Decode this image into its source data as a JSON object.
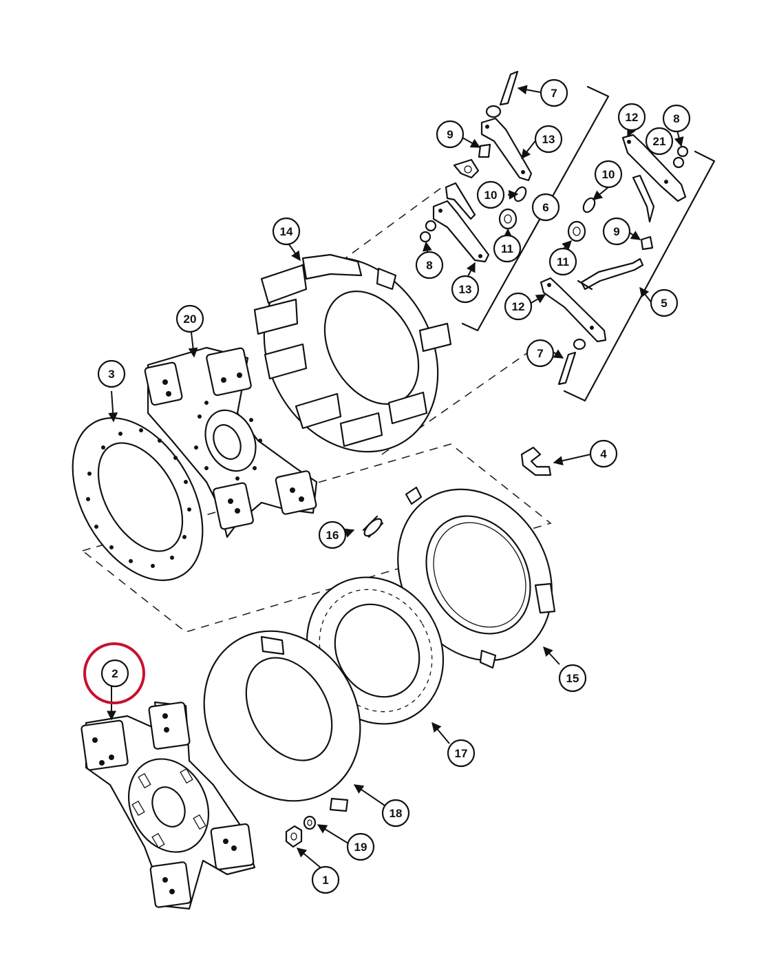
{
  "callouts": {
    "c1": "1",
    "c2": "2",
    "c3": "3",
    "c4": "4",
    "c5": "5",
    "c6": "6",
    "c7a": "7",
    "c7b": "7",
    "c8a": "8",
    "c8b": "8",
    "c9a": "9",
    "c9b": "9",
    "c10a": "10",
    "c10b": "10",
    "c11a": "11",
    "c11b": "11",
    "c12a": "12",
    "c12b": "12",
    "c13a": "13",
    "c13b": "13",
    "c14": "14",
    "c15": "15",
    "c16": "16",
    "c17": "17",
    "c18": "18",
    "c19": "19",
    "c20": "20",
    "c21": "21"
  },
  "highlight": {
    "callout": "2",
    "color": "#c8102e"
  },
  "colors": {
    "line": "#111111",
    "background": "#ffffff"
  }
}
